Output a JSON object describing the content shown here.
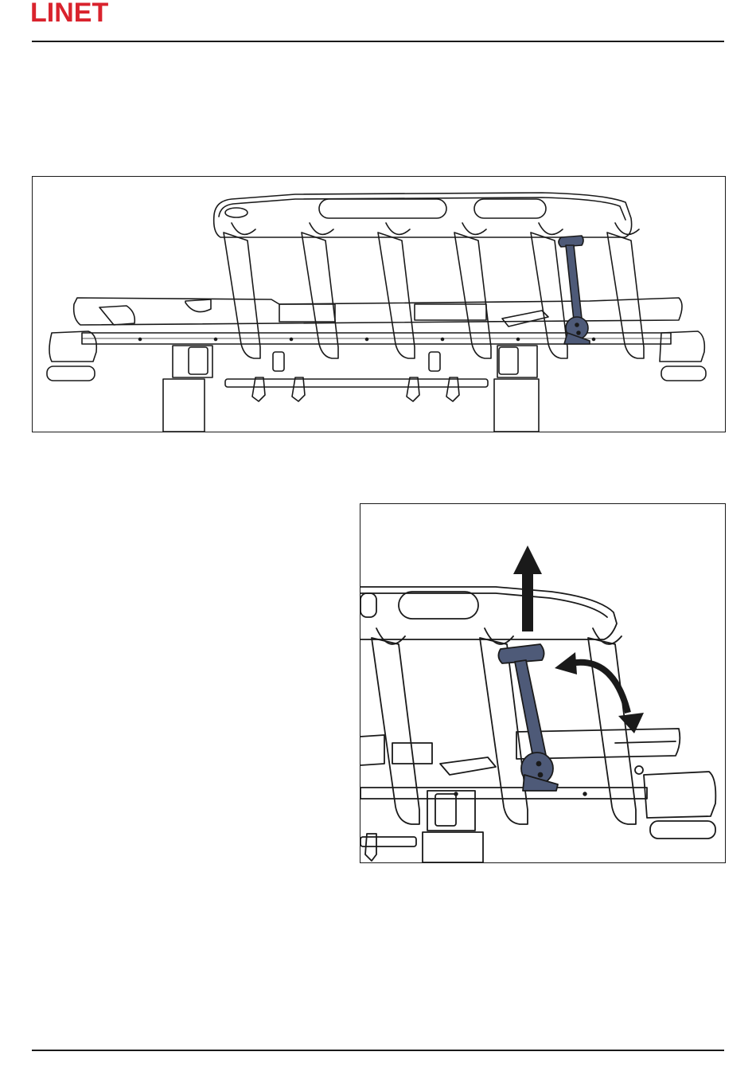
{
  "header": {
    "logo_text": "LINET"
  },
  "colors": {
    "brand": "#d9232d",
    "lever": "#4e5a78",
    "line": "#1a1a1a"
  },
  "figures": [
    {
      "id": "fig1",
      "content": "side-rail-overview-illustration"
    },
    {
      "id": "fig2",
      "content": "side-rail-lever-release-illustration"
    }
  ]
}
